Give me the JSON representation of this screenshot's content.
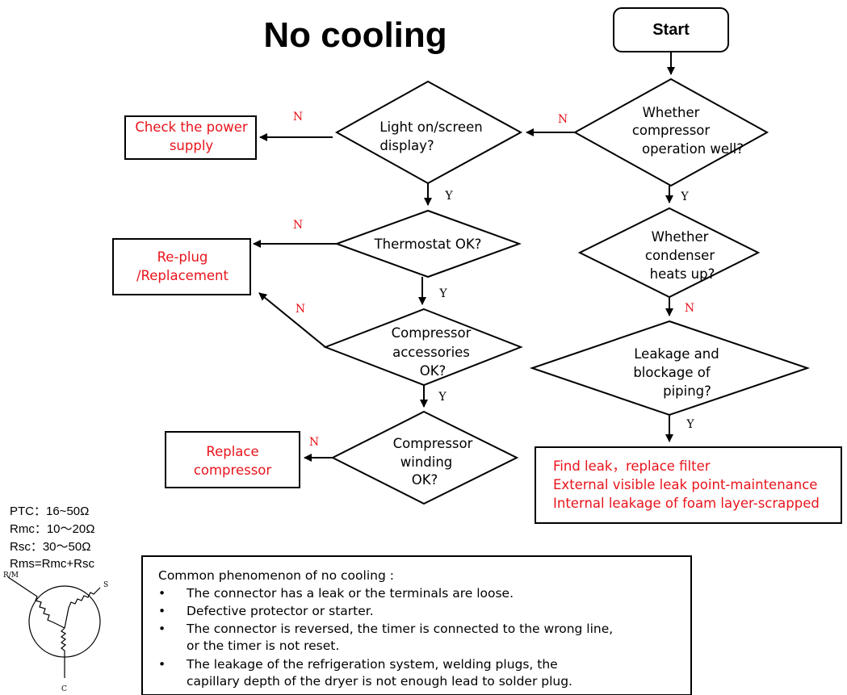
{
  "title": "No cooling",
  "start_label": "Start",
  "decisions": {
    "compressor_op": [
      "Whether",
      "compressor",
      "operation well?"
    ],
    "light": [
      "Light on/screen",
      "display?"
    ],
    "thermostat": [
      "Thermostat OK?"
    ],
    "accessories": [
      "Compressor",
      "accessories",
      "OK?"
    ],
    "winding": [
      "Compressor",
      "winding",
      "OK?"
    ],
    "condenser": [
      "Whether",
      "condenser",
      "heats up?"
    ],
    "leakage": [
      "Leakage and",
      "blockage of",
      "piping?"
    ]
  },
  "actions": {
    "power": [
      "Check the power",
      "supply"
    ],
    "replug": [
      "Re-plug",
      "/Replacement"
    ],
    "replace_compressor": [
      "Replace",
      "compressor"
    ],
    "find_leak": [
      "Find leak，replace filter",
      "External visible leak point-maintenance",
      "Internal leakage of foam layer-scrapped"
    ]
  },
  "branch_labels": {
    "yes": "Y",
    "no": "N"
  },
  "specs": [
    "PTC：16~50Ω",
    "Rmc：10～20Ω",
    "Rsc：30～50Ω",
    "Rms=Rmc+Rsc"
  ],
  "compressor_symbol": {
    "terminal_rm": "R/M",
    "terminal_s": "S",
    "terminal_c": "C"
  },
  "common": {
    "heading": "Common phenomenon of no cooling :",
    "items": [
      [
        "The connector has a leak or the terminals are loose."
      ],
      [
        "Defective protector or starter."
      ],
      [
        "The connector is reversed, the timer is connected to the wrong line,",
        "or the timer is not reset."
      ],
      [
        "The  leakage  of  the  refrigeration  system,  welding  plugs,  the",
        "capillary depth of the dryer is not enough lead to solder plug."
      ]
    ]
  },
  "colors": {
    "action_text": "#e8141c",
    "line": "#000000"
  }
}
